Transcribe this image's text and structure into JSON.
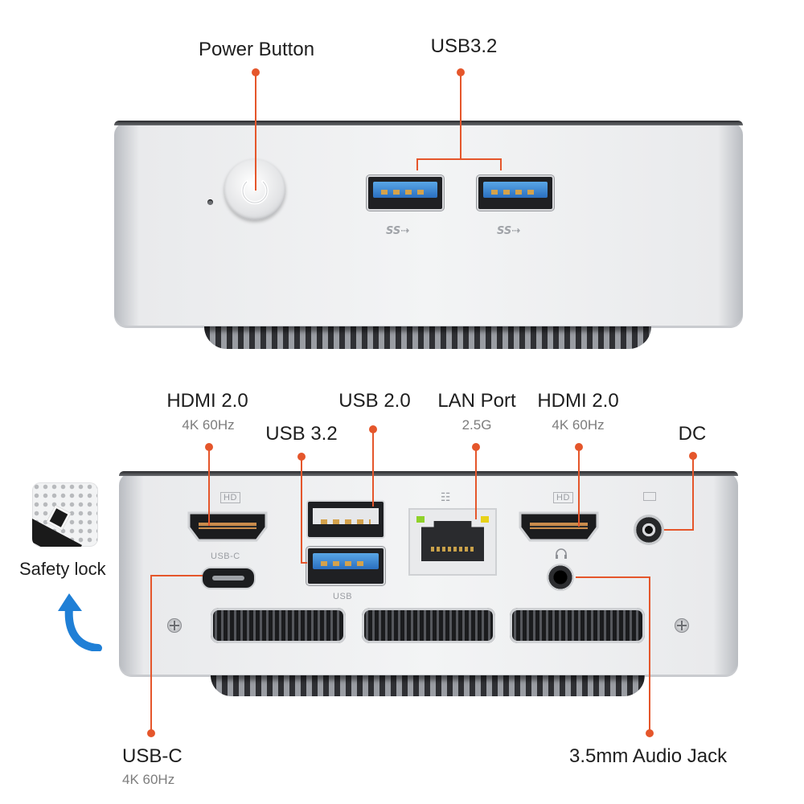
{
  "top_view": {
    "power_button_label": "Power Button",
    "usb_label": "USB3.2",
    "usb_port_logo": "SS⇢",
    "icons": [
      "power-icon",
      "usb-superspeed-icon"
    ]
  },
  "rear_view": {
    "hdmi_left": {
      "label": "HDMI 2.0",
      "sub": "4K 60Hz",
      "port_mark": "HD"
    },
    "usb32": {
      "label": "USB 3.2"
    },
    "usb20": {
      "label": "USB 2.0",
      "port_mark": "USB"
    },
    "lan": {
      "label": "LAN Port",
      "sub": "2.5G"
    },
    "hdmi_right": {
      "label": "HDMI 2.0",
      "sub": "4K 60Hz",
      "port_mark": "HD"
    },
    "dc": {
      "label": "DC"
    },
    "usbc": {
      "label": "USB-C",
      "sub": "4K 60Hz",
      "port_mark": "USB-C"
    },
    "audio": {
      "label": "3.5mm Audio Jack"
    }
  },
  "safety_lock": {
    "label": "Safety lock"
  },
  "colors": {
    "callout": "#e5562b",
    "usb3_blue": "#2f7bd0",
    "arrow_blue": "#1f7fd6",
    "lan_led_green": "#8fd12a",
    "lan_led_yellow": "#e8d21a"
  }
}
